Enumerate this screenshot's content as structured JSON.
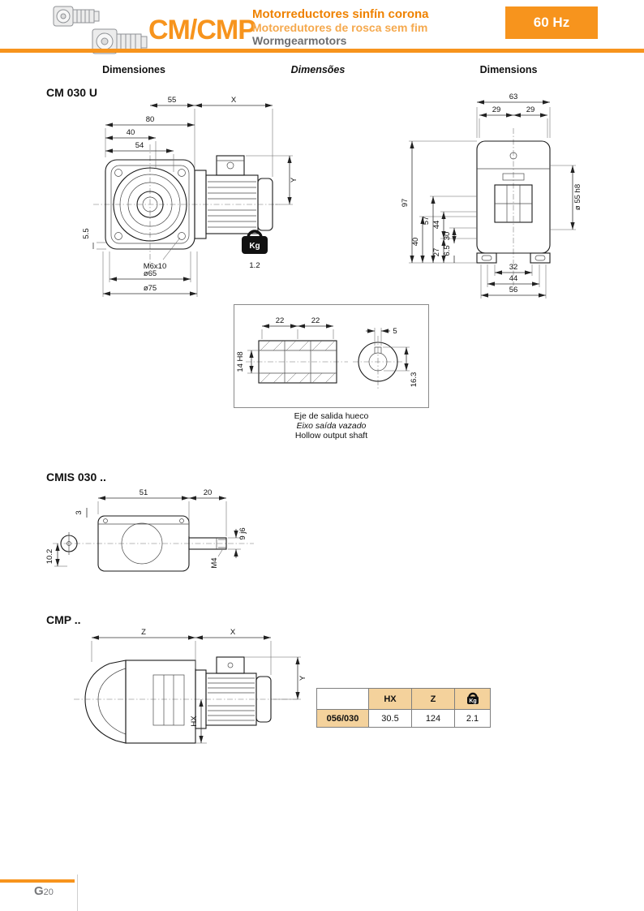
{
  "colors": {
    "accent": "#F7941D",
    "table_header_bg": "#F4D29C",
    "title_secondary": "#F5A94E",
    "title_gray": "#6D6E71"
  },
  "header": {
    "product_code": "CM/CMP",
    "title_es": "Motorreductores sinfín corona",
    "title_pt": "Motoredutores de rosca sem fim",
    "title_en": "Wormgearmotors",
    "badge": "60 Hz"
  },
  "column_headers": {
    "es": "Dimensiones",
    "pt": "Dimensões",
    "en": "Dimensions"
  },
  "cm030u": {
    "title": "CM 030 U",
    "front": {
      "dim55": "55",
      "dimX": "X",
      "dim80": "80",
      "dim40": "40",
      "dim54": "54",
      "dimY": "Y",
      "dim5_5": "5.5",
      "screw": "M6x10",
      "dia65": "ø65",
      "dia75": "ø75",
      "kg_label": "Kg",
      "weight": "1.2"
    },
    "side": {
      "dim63": "63",
      "dim29a": "29",
      "dim29b": "29",
      "dim97": "97",
      "dim40": "40",
      "dim57": "57",
      "dim44": "44",
      "dim30": "30",
      "dim27": "27",
      "dim6_5": "6.5",
      "shaft": "ø 55 h8",
      "dim32": "32",
      "dim44b": "44",
      "dim56": "56"
    },
    "detail": {
      "dim22a": "22",
      "dim22b": "22",
      "dim5": "5",
      "bore": "14 H8",
      "dim16_3": "16.3",
      "caption_es": "Eje de salida hueco",
      "caption_pt": "Eixo saída vazado",
      "caption_en": "Hollow output shaft"
    }
  },
  "cmis030": {
    "title": "CMIS 030 ..",
    "dim51": "51",
    "dim20": "20",
    "dim3": "3",
    "shaft": "9 j6",
    "thread": "M4",
    "dim10_2": "10.2"
  },
  "cmp": {
    "title": "CMP ..",
    "dimZ": "Z",
    "dimX": "X",
    "dimHX": "HX",
    "dimY": "Y",
    "table": {
      "headers": [
        "",
        "HX",
        "Z",
        "Kg"
      ],
      "rows": [
        [
          "056/030",
          "30.5",
          "124",
          "2.1"
        ]
      ]
    }
  },
  "footer": {
    "letter": "G",
    "number": "20"
  }
}
